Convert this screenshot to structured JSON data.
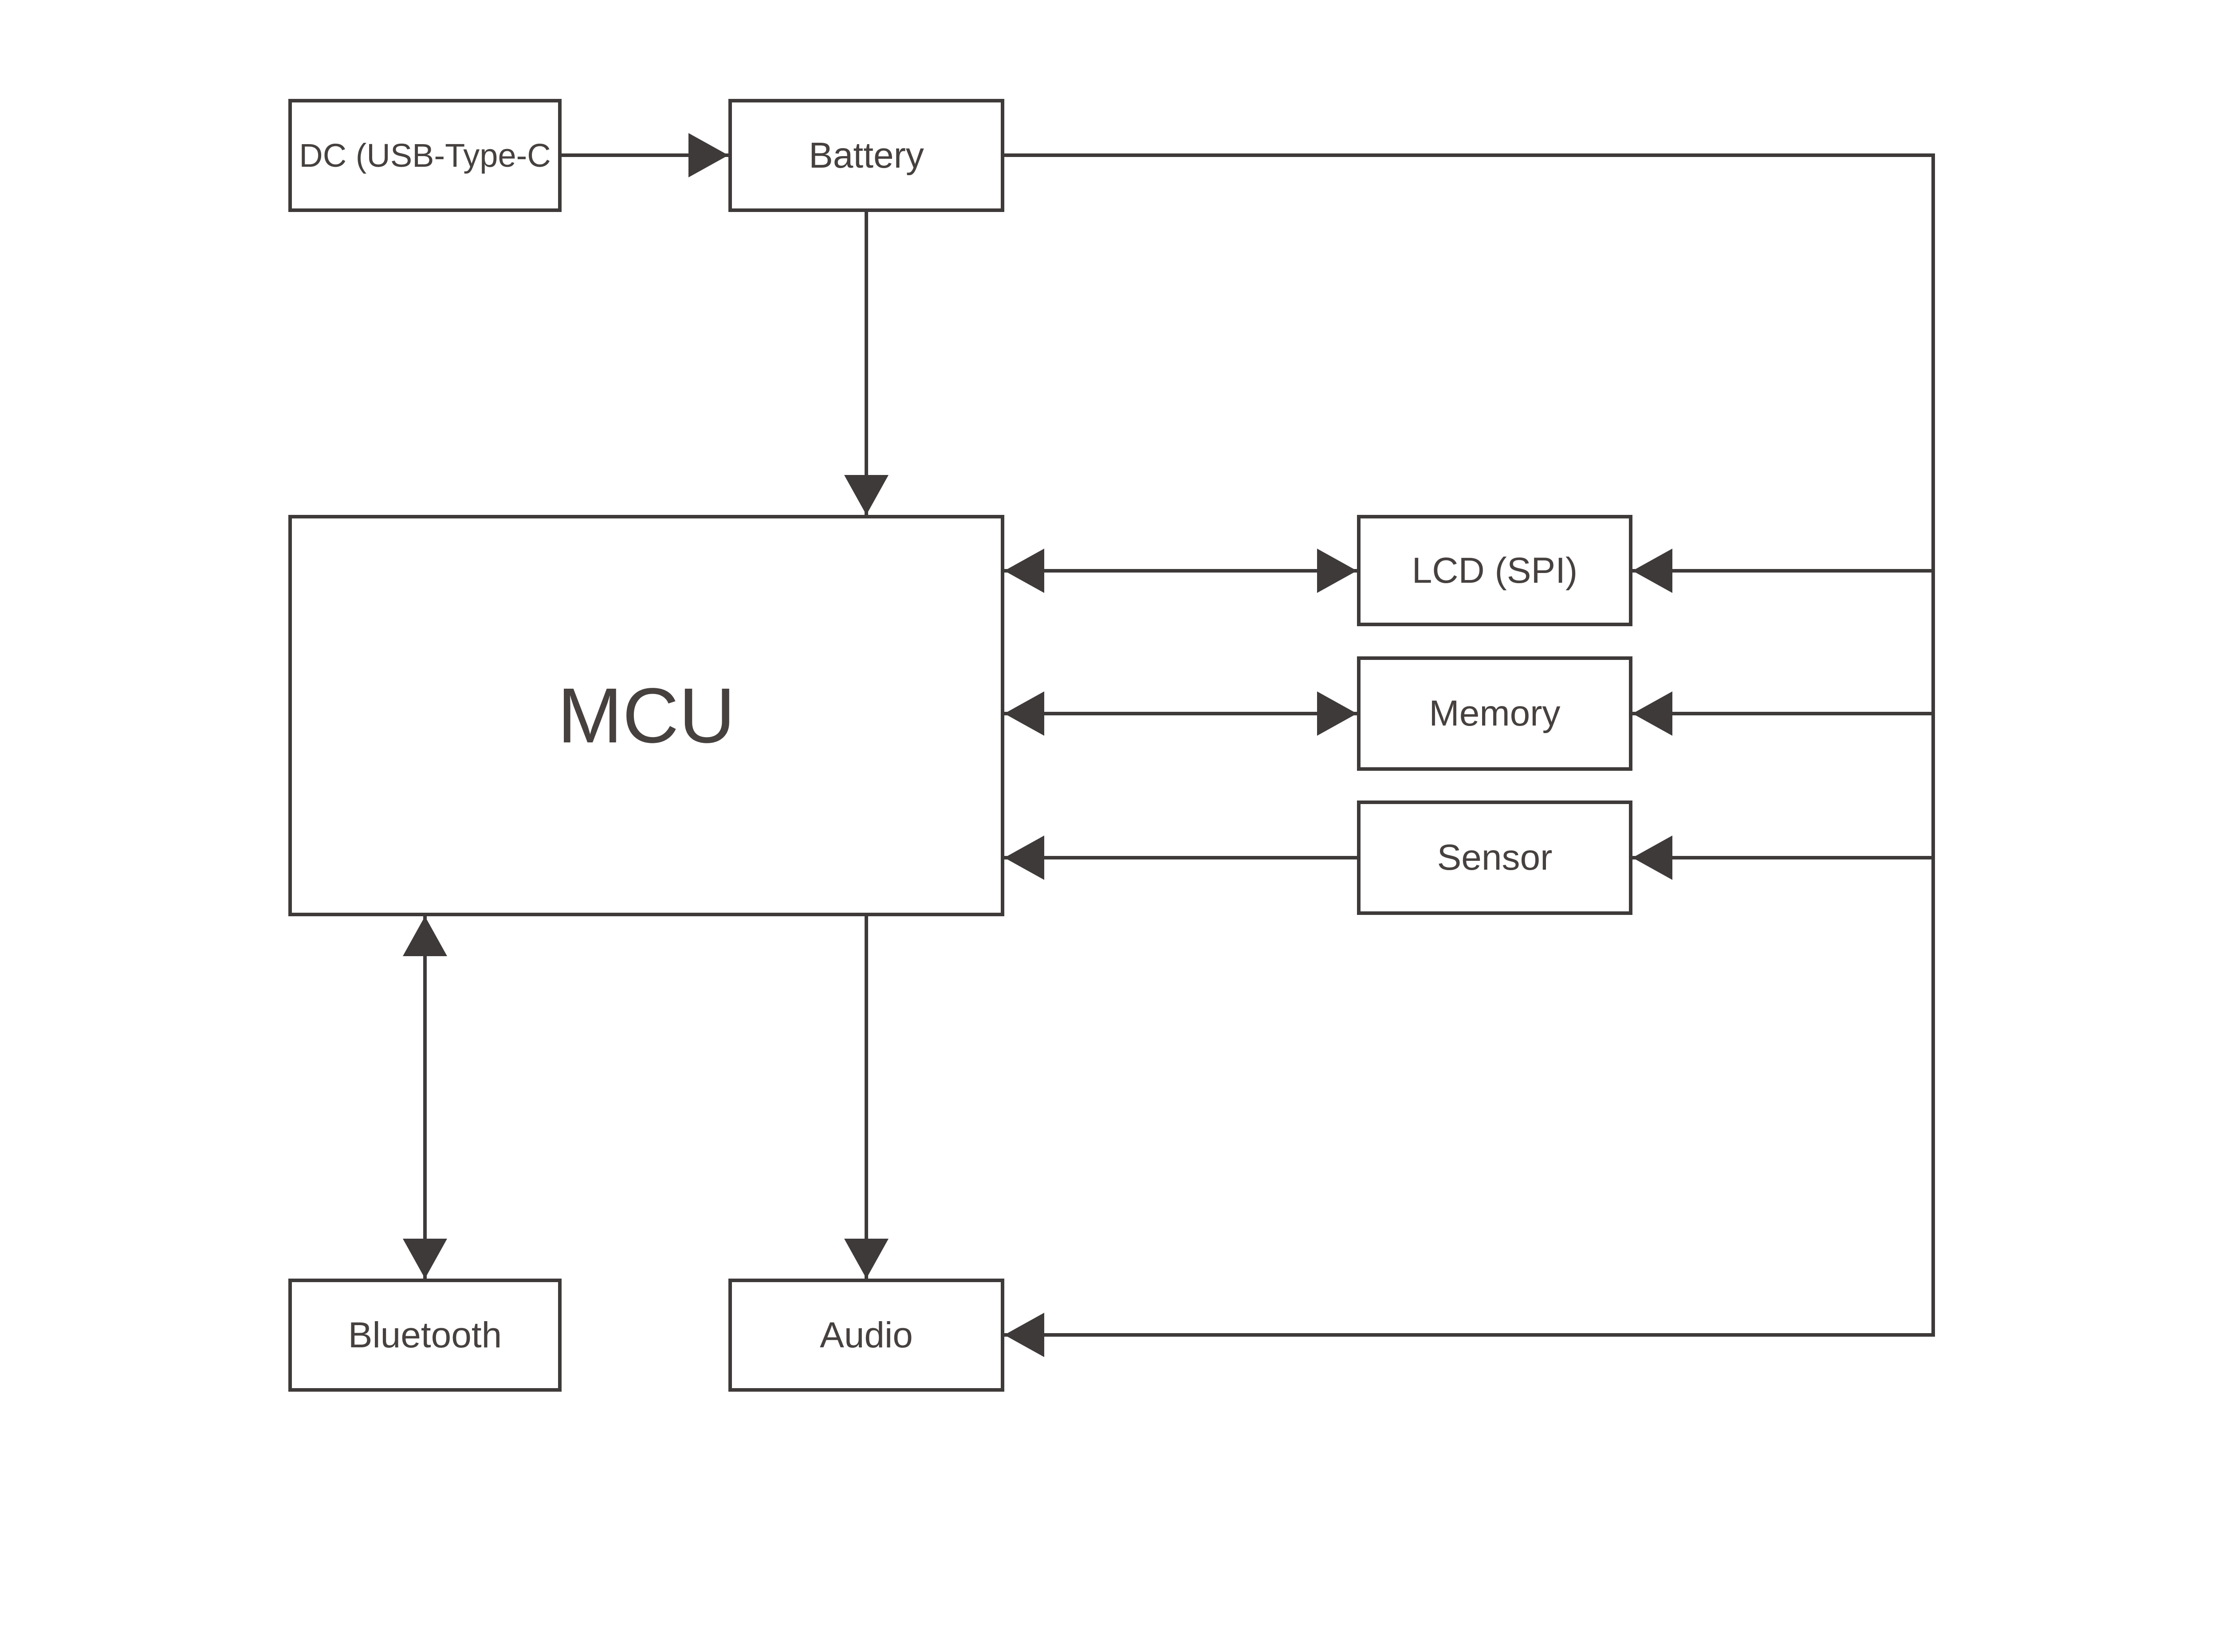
{
  "diagram": {
    "background": "#ffffff",
    "line_color": "#3e3a39",
    "text_color": "#46413f",
    "nodes": {
      "dc": {
        "label": "DC (USB-Type-C"
      },
      "battery": {
        "label": "Battery"
      },
      "mcu": {
        "label": "MCU"
      },
      "lcd": {
        "label": "LCD (SPI)"
      },
      "memory": {
        "label": "Memory"
      },
      "sensor": {
        "label": "Sensor"
      },
      "bluetooth": {
        "label": "Bluetooth"
      },
      "audio": {
        "label": "Audio"
      }
    },
    "edges": [
      {
        "from": "DC (USB-Type-C",
        "to": "Battery",
        "style": "one-way"
      },
      {
        "from": "Battery",
        "to": "MCU",
        "style": "one-way"
      },
      {
        "from": "MCU",
        "to": "LCD (SPI)",
        "style": "two-way"
      },
      {
        "from": "MCU",
        "to": "Memory",
        "style": "two-way"
      },
      {
        "from": "Sensor",
        "to": "MCU",
        "style": "one-way"
      },
      {
        "from": "MCU",
        "to": "Bluetooth",
        "style": "two-way"
      },
      {
        "from": "MCU",
        "to": "Audio",
        "style": "one-way"
      },
      {
        "from": "Battery",
        "to": "LCD (SPI)",
        "style": "one-way",
        "route": "right-bus"
      },
      {
        "from": "Battery",
        "to": "Memory",
        "style": "one-way",
        "route": "right-bus"
      },
      {
        "from": "Battery",
        "to": "Sensor",
        "style": "one-way",
        "route": "right-bus"
      },
      {
        "from": "Battery",
        "to": "Audio",
        "style": "one-way",
        "route": "right-bus"
      }
    ]
  }
}
